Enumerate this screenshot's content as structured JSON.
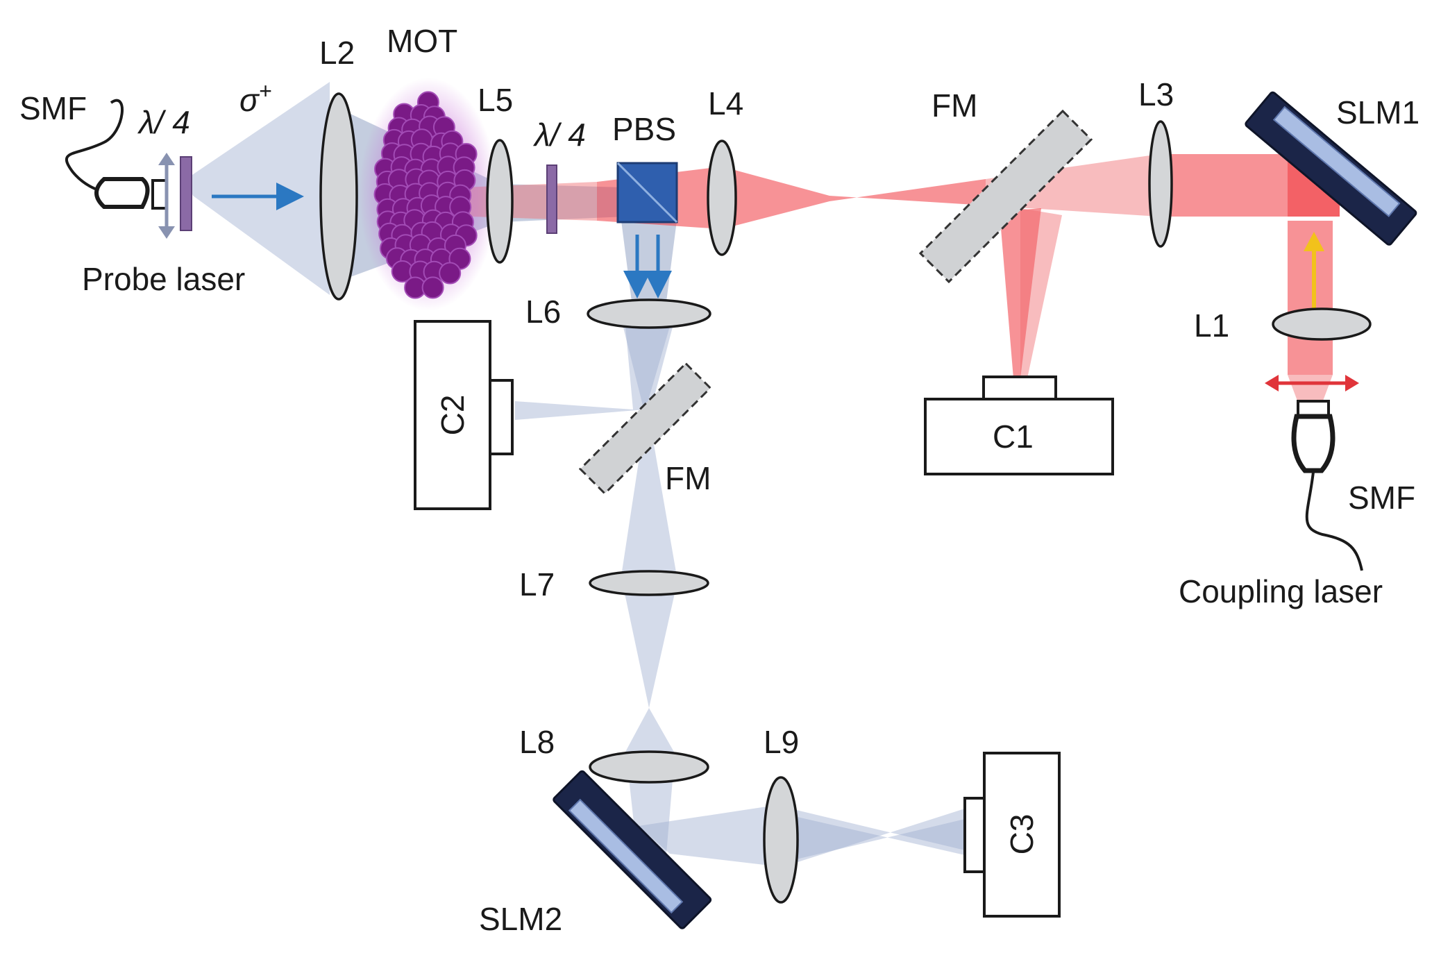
{
  "labels": {
    "smf_probe": "SMF",
    "waveplate_probe": "λ/ 4",
    "sigma_plus": "σ",
    "sigma_plus_sup": "+",
    "probe_laser": "Probe laser",
    "l2": "L2",
    "mot": "MOT",
    "l5": "L5",
    "waveplate_mid": "λ/ 4",
    "pbs": "PBS",
    "l4": "L4",
    "fm_top": "FM",
    "l3": "L3",
    "slm1": "SLM1",
    "l1": "L1",
    "smf_coupling": "SMF",
    "coupling_laser": "Coupling laser",
    "c1": "C1",
    "l6": "L6",
    "c2": "C2",
    "fm_bottom": "FM",
    "l7": "L7",
    "l8": "L8",
    "l9": "L9",
    "slm2": "SLM2",
    "c3": "C3"
  },
  "colors": {
    "probe_beam": "#8a9bbf",
    "coupling_beam": "#f0393f",
    "atoms": "#7a1a86",
    "atom_glow": "#c56ad6",
    "arrow_blue": "#2b78c2",
    "arrow_yellow": "#f2c21b",
    "arrow_red": "#e0343a",
    "pbs": "#2f5fae",
    "slm_body": "#1b2548"
  }
}
